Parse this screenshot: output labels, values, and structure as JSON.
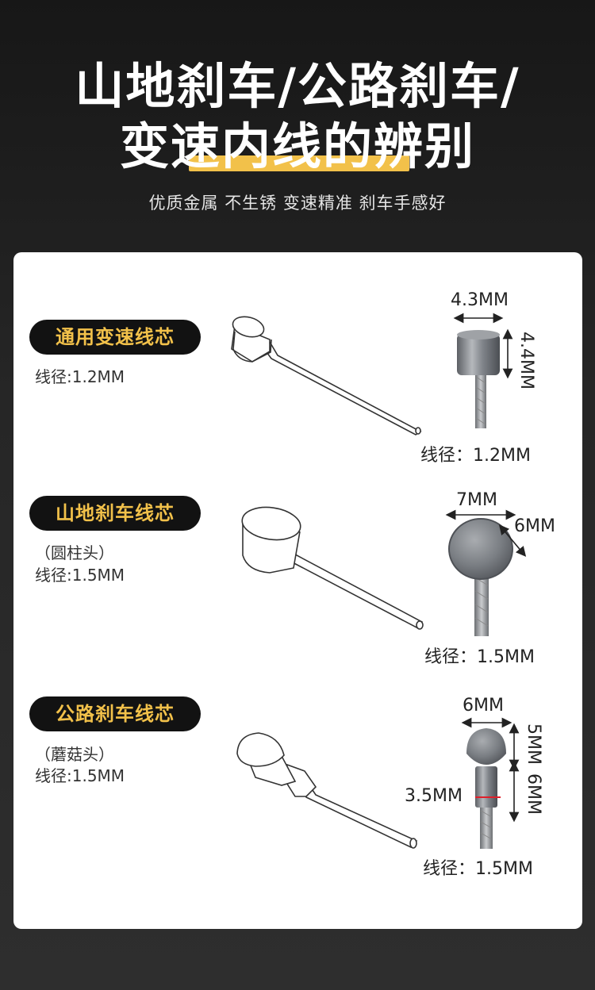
{
  "header": {
    "title_line1": "山地刹车/公路刹车/",
    "title_line2": "变速内线的辨别",
    "subtitle": "优质金属 不生锈 变速精准 刹车手感好",
    "highlight_color": "#f2c14a"
  },
  "sections": [
    {
      "label": "通用变速线芯",
      "note": "",
      "diameter": "线径:1.2MM",
      "dim_width": "4.3MM",
      "dim_height": "4.4MM",
      "gauge": "线径：1.2MM"
    },
    {
      "label": "山地刹车线芯",
      "note": "（圆柱头）",
      "diameter": "线径:1.5MM",
      "dim_width": "7MM",
      "dim_height": "6MM",
      "gauge": "线径：1.5MM"
    },
    {
      "label": "公路刹车线芯",
      "note": "（蘑菇头）",
      "diameter": "线径:1.5MM",
      "dim_width": "6MM",
      "dim_height_top": "5MM",
      "dim_height_bottom": "6MM",
      "dim_neck": "3.5MM",
      "gauge": "线径：1.5MM"
    }
  ]
}
